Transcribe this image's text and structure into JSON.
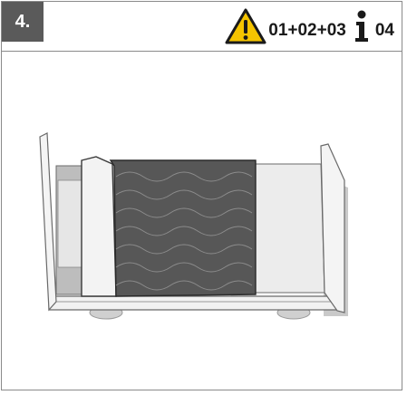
{
  "header": {
    "step": "4.",
    "warning_icon": "warning-triangle-icon",
    "warning_refs": "01+02+03",
    "info_icon": "info-icon",
    "info_refs": "04"
  },
  "illustration": {
    "subject": "bed-frame-with-mattress-icon"
  },
  "colors": {
    "step_badge": "#5a5a5a",
    "warning_fill": "#f5c400",
    "mattress": "#555555",
    "frame_line": "#8a8a8a"
  }
}
